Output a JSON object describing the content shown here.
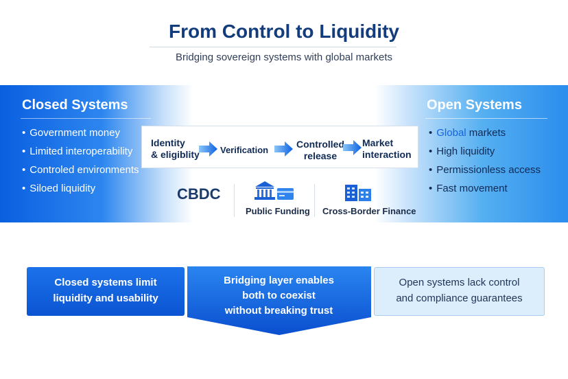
{
  "header": {
    "title": "From Control to Liquidity",
    "subtitle": "Bridging sovereign systems with global markets"
  },
  "closed": {
    "title": "Closed Systems",
    "items": [
      "Government money",
      "Limited interoperability",
      "Controled environments",
      "Siloed liquidity"
    ]
  },
  "open": {
    "title": "Open Systems",
    "items_first_highlight": "Global",
    "items_first_rest": "markets",
    "items": [
      "High liquidity",
      "Permissionless access",
      "Fast movement"
    ]
  },
  "flow": {
    "step1_line1": "Identity",
    "step1_line2": "& eligiblity",
    "step2": "Verification",
    "step3_line1": "Controlled",
    "step3_line2": "release",
    "step4_line1": "Market",
    "step4_line2": "interaction",
    "icons": [
      "arrow-right-icon",
      "bank-icon",
      "building-icon"
    ]
  },
  "pillars": {
    "cbdc": "CBDC",
    "public_funding": "Public Funding",
    "cross_border": "Cross-Border Finance"
  },
  "cards": {
    "closed_line1": "Closed systems limit",
    "closed_line2": "liquidity and usability",
    "bridge_line1": "Bridging layer enables",
    "bridge_line2": "both to coexist",
    "bridge_line3": "without breaking trust",
    "open_line1": "Open systems lack control",
    "open_line2": "and compliance guarantees"
  },
  "colors": {
    "primary": "#0b54d2",
    "title": "#123c7c",
    "highlight": "#1464e0",
    "light_card": "#dcedfc"
  }
}
